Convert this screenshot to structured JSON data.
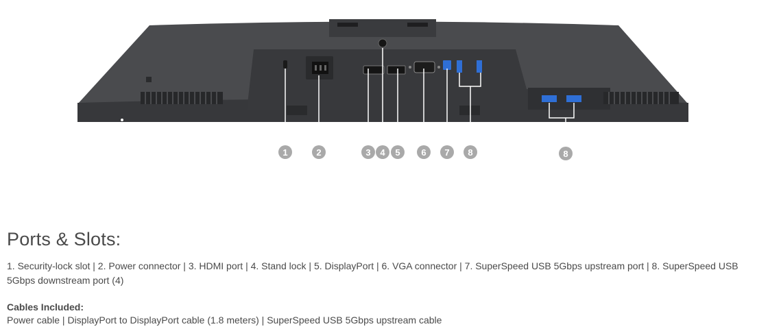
{
  "figure": {
    "callouts": [
      "1",
      "2",
      "3",
      "4",
      "5",
      "6",
      "7",
      "8",
      "8"
    ],
    "colors": {
      "monitor_body": "#4a4b4e",
      "monitor_dark": "#2f3033",
      "usb_blue": "#2f6fd6",
      "callout_circle": "#a9a9a9",
      "leader_line": "#ffffff"
    },
    "icons": [
      "security-lock-slot-icon",
      "power-connector-icon",
      "hdmi-port-icon",
      "stand-lock-icon",
      "displayport-icon",
      "vga-connector-icon",
      "usb-upstream-port-icon",
      "usb-downstream-port-icon"
    ]
  },
  "section": {
    "title": "Ports & Slots:",
    "ports_text": "1. Security-lock slot | 2. Power connector | 3. HDMI port | 4. Stand lock | 5. DisplayPort | 6. VGA connector | 7. SuperSpeed USB 5Gbps upstream port | 8. SuperSpeed USB 5Gbps downstream port (4)"
  },
  "cables": {
    "heading": "Cables Included:",
    "text": "Power cable | DisplayPort to DisplayPort cable (1.8 meters) | SuperSpeed USB 5Gbps upstream cable"
  }
}
